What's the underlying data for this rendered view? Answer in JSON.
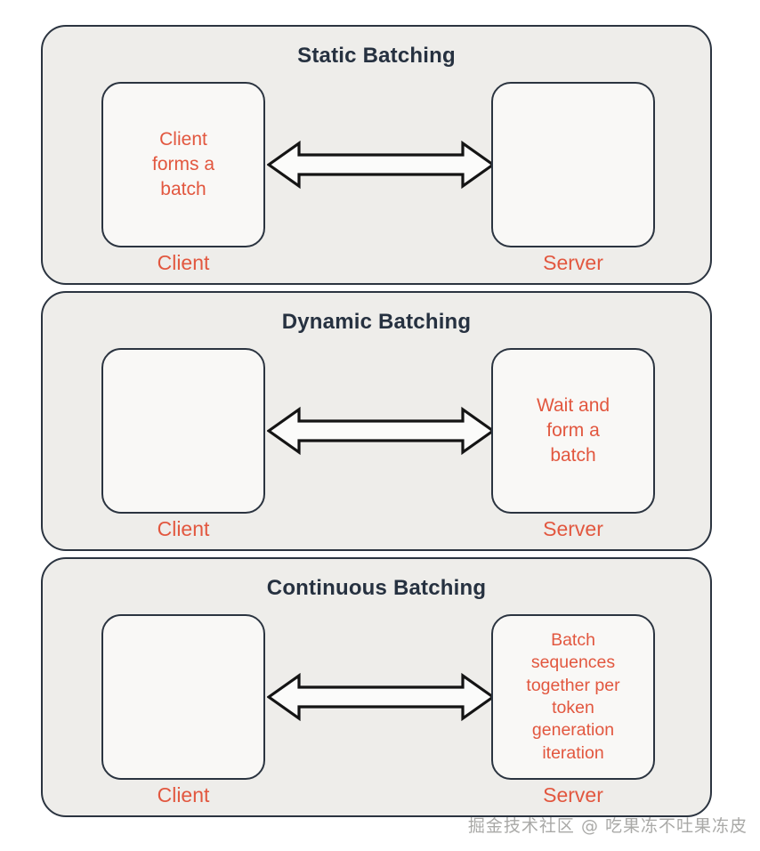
{
  "diagram": {
    "title_color": "#263140",
    "accent_color": "#e2573f",
    "border_color": "#2b3440",
    "panel_bg": "#eeedea",
    "node_bg": "#f9f8f6",
    "panels": [
      {
        "title": "Static Batching",
        "left": {
          "role": "Client",
          "text": "Client\nforms a\nbatch"
        },
        "right": {
          "role": "Server",
          "text": ""
        },
        "connector": "bidirectional-arrow"
      },
      {
        "title": "Dynamic Batching",
        "left": {
          "role": "Client",
          "text": ""
        },
        "right": {
          "role": "Server",
          "text": "Wait and\nform a\nbatch"
        },
        "connector": "bidirectional-arrow"
      },
      {
        "title": "Continuous Batching",
        "left": {
          "role": "Client",
          "text": ""
        },
        "right": {
          "role": "Server",
          "text": "Batch\nsequences\ntogether per\ntoken\ngeneration\niteration"
        },
        "connector": "bidirectional-arrow"
      }
    ]
  },
  "watermark": {
    "text": "掘金技术社区 @ 吃果冻不吐果冻皮"
  }
}
